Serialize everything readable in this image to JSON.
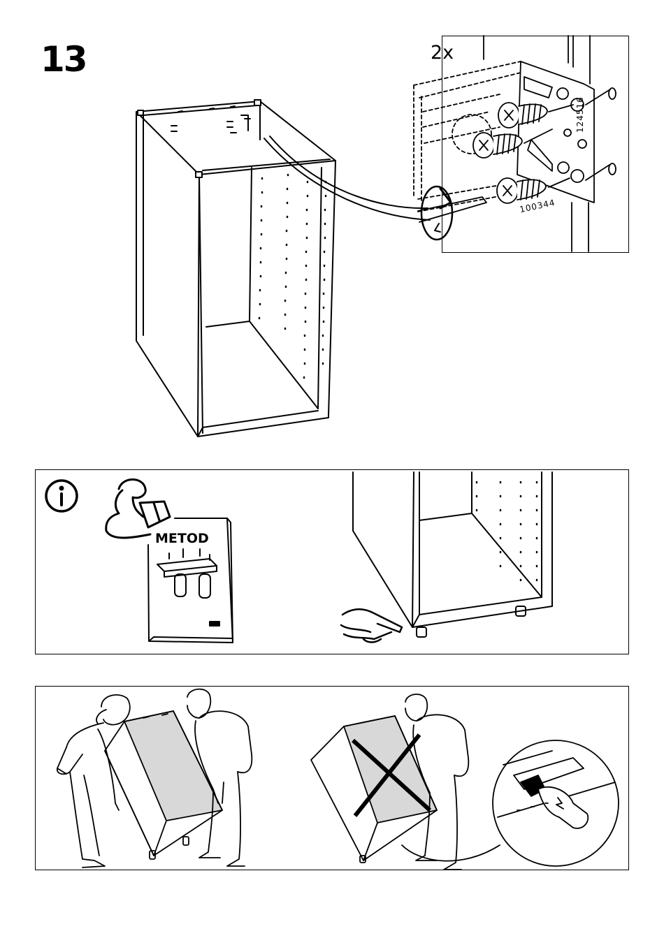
{
  "step": {
    "number": "13"
  },
  "detail": {
    "quantity": "2x",
    "part_numbers": [
      "124516",
      "100344"
    ]
  },
  "info_panel": {
    "icon": "info-icon",
    "booklet_title": "METOD"
  },
  "lift_panel": {
    "incorrect_mark": "cross-icon"
  }
}
